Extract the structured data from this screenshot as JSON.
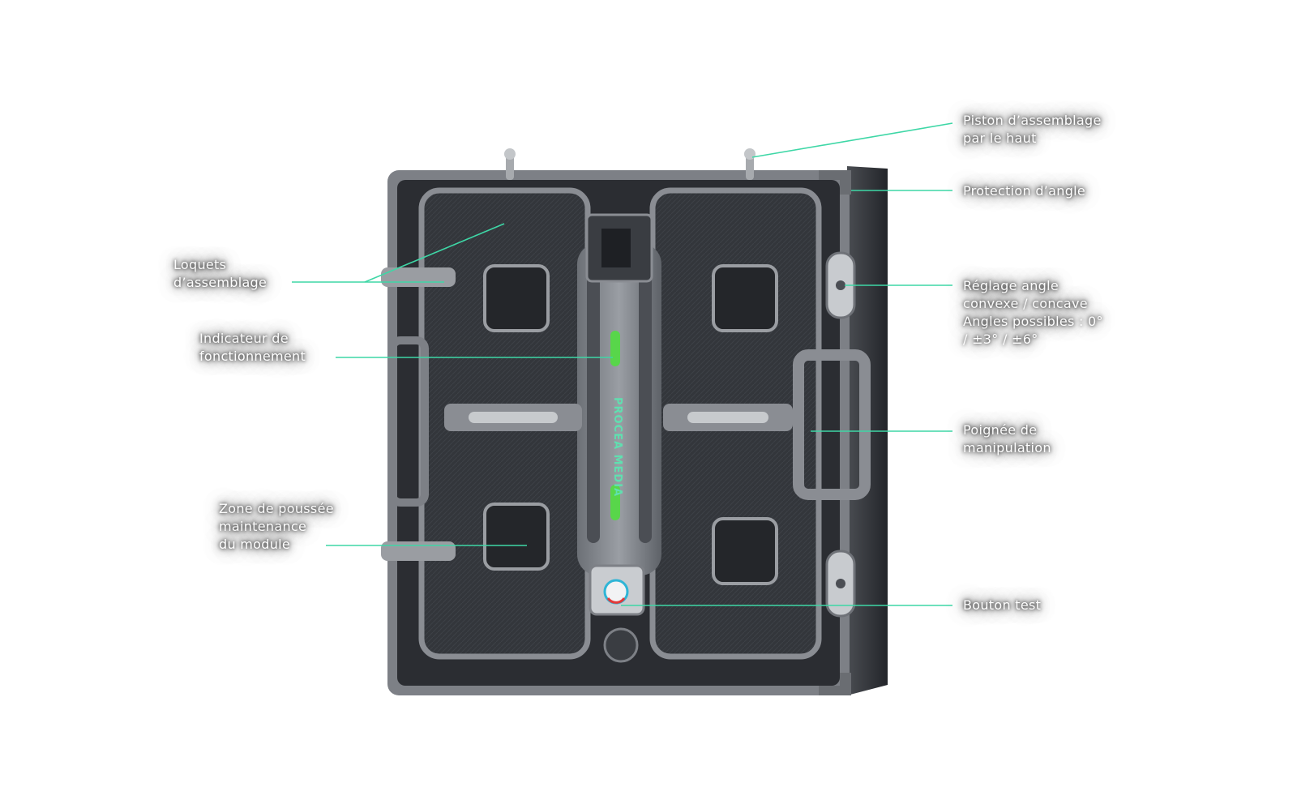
{
  "callouts": {
    "piston": {
      "lines": [
        "Piston  d’assemblage",
        "par le haut"
      ]
    },
    "corner": {
      "lines": [
        "Protection d’angle"
      ]
    },
    "latches": {
      "lines": [
        "Loquets",
        "d’assemblage"
      ]
    },
    "angle": {
      "lines": [
        "Réglage angle",
        "convexe / concave",
        "Angles possibles : 0°",
        "/ ±3° / ±6°"
      ]
    },
    "indicator": {
      "lines": [
        "Indicateur de",
        "fonctionnement"
      ]
    },
    "handle": {
      "lines": [
        "Poignée de",
        "manipulation"
      ]
    },
    "push_zone": {
      "lines": [
        "Zone de poussée",
        "maintenance",
        "du module"
      ]
    },
    "test_button": {
      "lines": [
        "Bouton test"
      ]
    }
  },
  "panel": {
    "logo_text": "PROCEA MEDIA"
  },
  "colors": {
    "leader_line": "#3ed7a6",
    "indicator_led": "#58d64a",
    "panel_body": "#2a2c31",
    "frame": "#8d9096"
  }
}
